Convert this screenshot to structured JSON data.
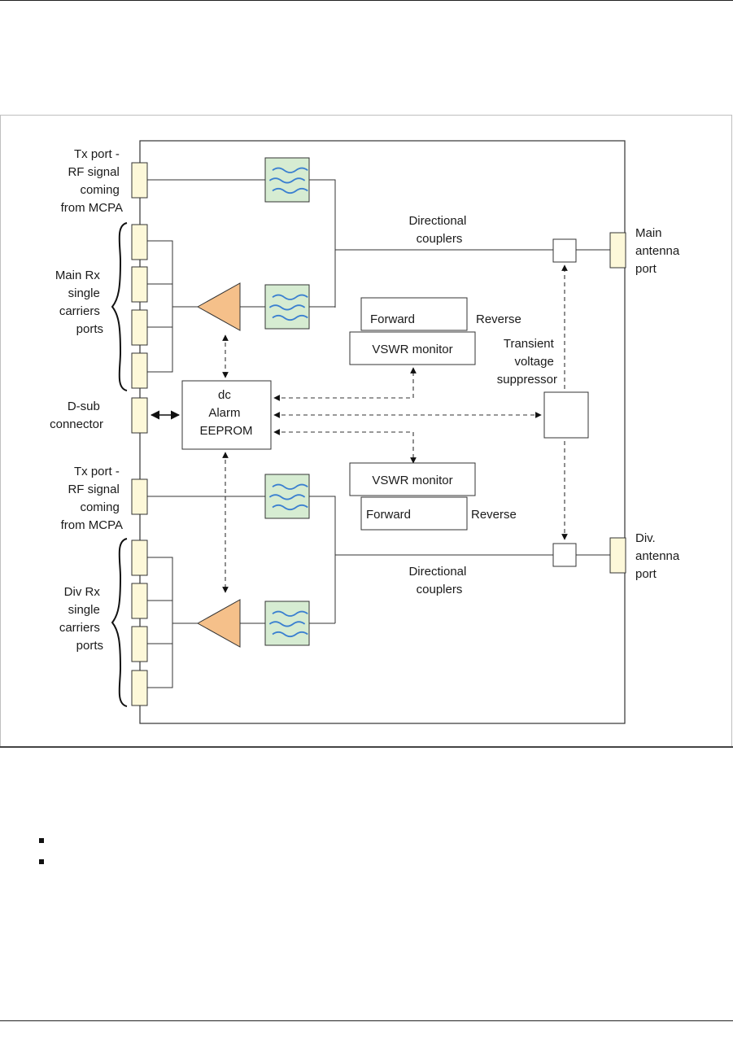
{
  "diagram": {
    "labels": {
      "tx_main": [
        "Tx port -",
        "RF signal",
        "coming",
        "from MCPA"
      ],
      "main_rx": [
        "Main Rx",
        "single",
        "carriers",
        "ports"
      ],
      "dsub": [
        "D-sub",
        "connector"
      ],
      "tx_div": [
        "Tx port -",
        "RF signal",
        "coming",
        "from MCPA"
      ],
      "div_rx": [
        "Div Rx",
        "single",
        "carriers",
        "ports"
      ],
      "couplers_top": [
        "Directional",
        "couplers"
      ],
      "couplers_bottom": [
        "Directional",
        "couplers"
      ],
      "main_antenna": [
        "Main",
        "antenna",
        "port"
      ],
      "div_antenna": [
        "Div.",
        "antenna",
        "port"
      ],
      "tvs": [
        "Transient",
        "voltage",
        "suppressor"
      ],
      "alarm": [
        "dc",
        "Alarm",
        "EEPROM"
      ],
      "vswr_top": {
        "forward": "Forward",
        "reverse": "Reverse",
        "monitor": "VSWR monitor"
      },
      "vswr_bottom": {
        "forward": "Forward",
        "reverse": "Reverse",
        "monitor": "VSWR monitor"
      }
    },
    "colors": {
      "port_fill": "#fdf8d9",
      "filter_fill": "#d6ecd2",
      "filter_wave": "#3a7fd0",
      "amplifier_fill": "#f5c08a",
      "line": "#333333"
    }
  },
  "bullets": [
    "",
    ""
  ]
}
